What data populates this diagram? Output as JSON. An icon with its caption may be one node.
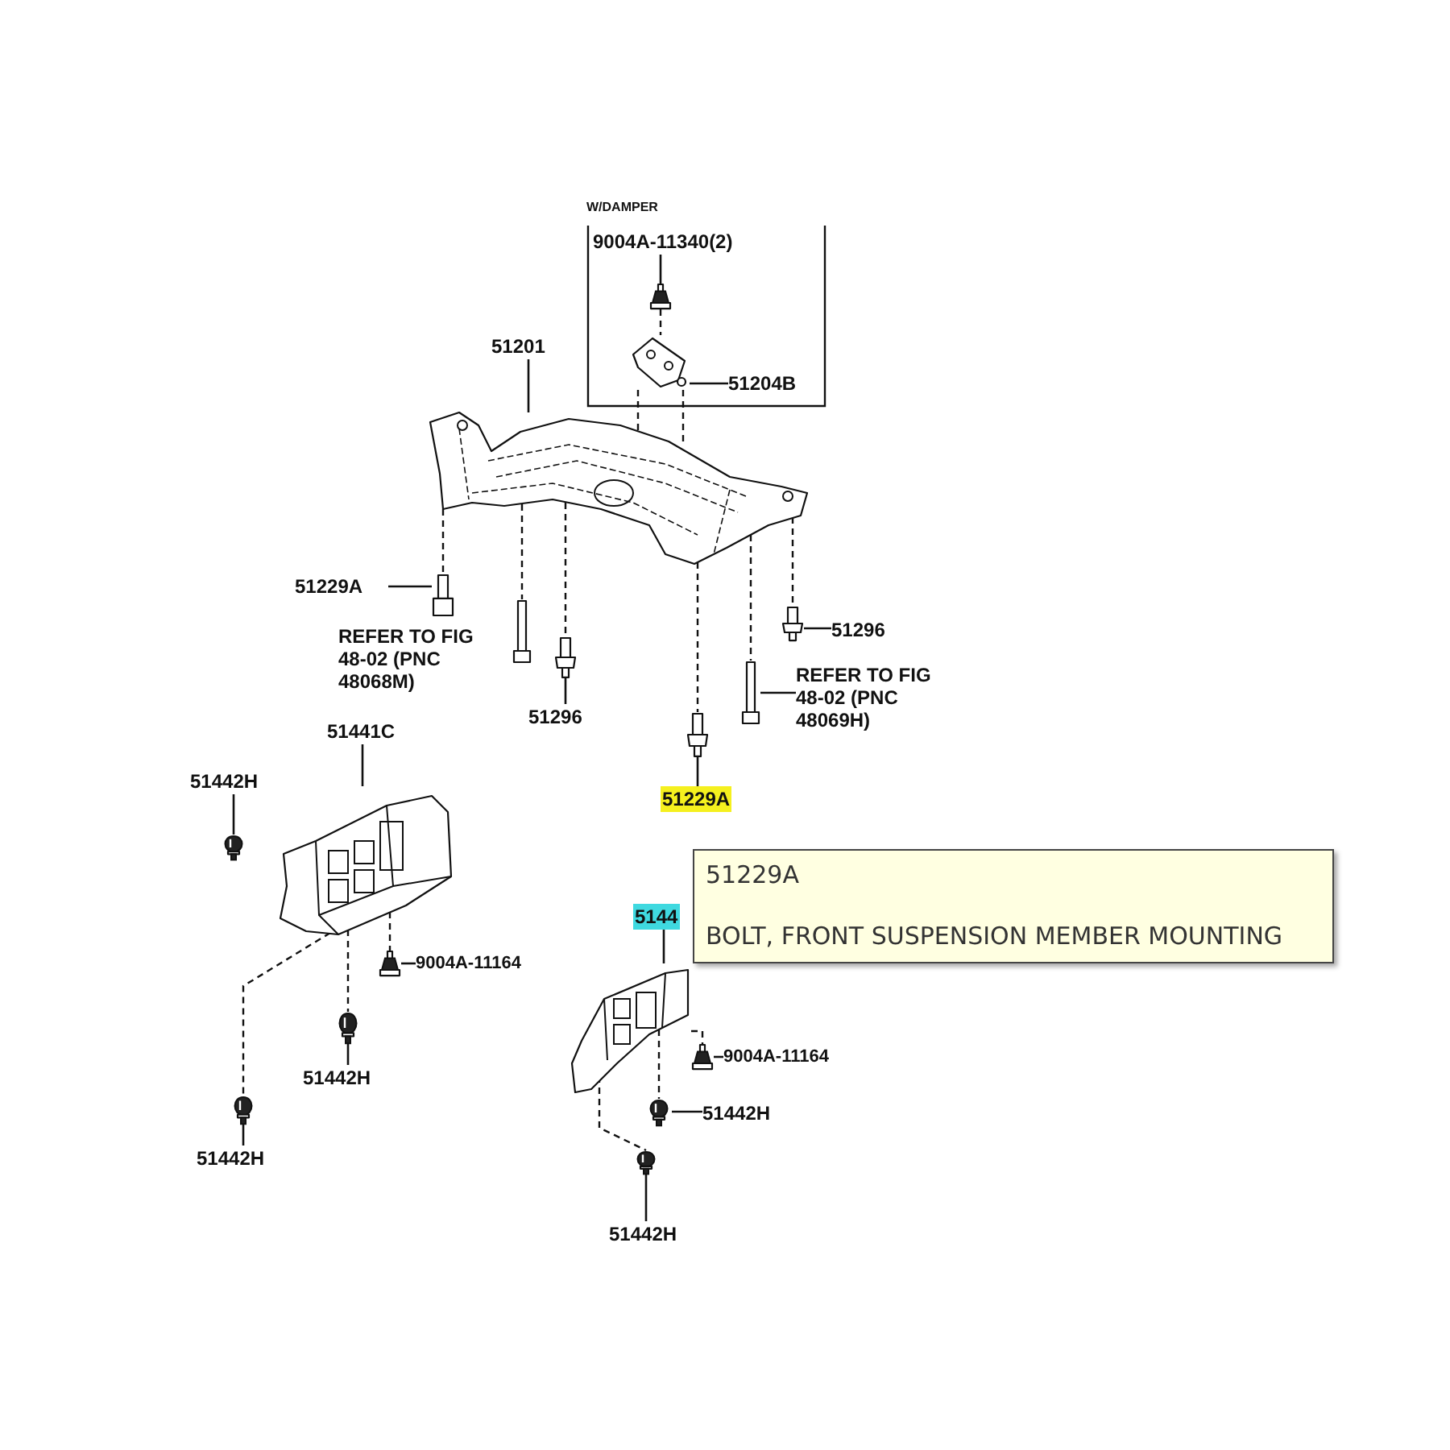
{
  "diagram": {
    "nodes": [
      {
        "text": [
          "W/DAMPER"
        ]
      },
      {
        "text": [
          "9004A-11340(2)"
        ],
        "in": 0
      },
      {
        "text": [],
        "shape": "picture",
        "in": 0
      },
      {
        "text": [],
        "shape": "picture",
        "in": 0
      },
      {
        "text": [
          "51204B"
        ],
        "in": 0
      },
      {
        "text": [
          "51201"
        ]
      },
      {
        "text": [],
        "shape": "picture"
      },
      {
        "text": [
          "51229A"
        ]
      },
      {
        "text": [],
        "shape": "picture"
      },
      {
        "text": [],
        "shape": "picture"
      },
      {
        "text": [],
        "shape": "picture"
      },
      {
        "text": [
          "51296"
        ]
      },
      {
        "text": [],
        "shape": "picture"
      },
      {
        "text": [
          "51296"
        ]
      },
      {
        "text": [],
        "shape": "picture"
      },
      {
        "text": [
          "REFER TO FIG 48-02 (PNC 48069H)"
        ]
      },
      {
        "text": [],
        "shape": "picture"
      },
      {
        "text": [
          "51229A"
        ]
      },
      {
        "text": [
          "51441C"
        ]
      },
      {
        "text": [],
        "shape": "picture"
      },
      {
        "text": [
          "51442H"
        ]
      },
      {
        "text": [],
        "shape": "picture"
      },
      {
        "text": [],
        "shape": "picture"
      },
      {
        "text": [
          "9004A-11164"
        ]
      },
      {
        "text": [],
        "shape": "picture"
      },
      {
        "text": [
          "51442H"
        ]
      },
      {
        "text": [],
        "shape": "picture"
      },
      {
        "text": [
          "51442H"
        ]
      },
      {
        "text": [
          "5144"
        ]
      },
      {
        "text": [],
        "shape": "picture"
      },
      {
        "text": [],
        "shape": "picture"
      },
      {
        "text": [
          "9004A-11164"
        ]
      },
      {
        "text": [],
        "shape": "picture"
      },
      {
        "text": [
          "51442H"
        ]
      },
      {
        "text": [],
        "shape": "picture"
      },
      {
        "text": [
          "51442H"
        ]
      },
      {
        "text": [
          "51229A",
          "BOLT, FRONT SUSPENSION MEMBER MOUNTING"
        ]
      }
    ],
    "edges": [
      {
        "from": 1,
        "to": 2,
        "arrow": "none"
      },
      {
        "from": 4,
        "to": 3,
        "arrow": "none"
      },
      {
        "from": 5,
        "to": 6,
        "arrow": "none"
      },
      {
        "from": 7,
        "to": 8,
        "arrow": "none"
      },
      {
        "from": 11,
        "to": 10,
        "arrow": "none"
      },
      {
        "from": 13,
        "to": 12,
        "arrow": "none"
      },
      {
        "from": 15,
        "to": 14,
        "arrow": "none"
      },
      {
        "from": 17,
        "to": 16,
        "arrow": "none"
      },
      {
        "from": 18,
        "to": 19,
        "arrow": "none"
      },
      {
        "from": 20,
        "to": 21,
        "arrow": "none"
      },
      {
        "from": 23,
        "to": 22,
        "arrow": "none"
      },
      {
        "from": 25,
        "to": 24,
        "arrow": "none"
      },
      {
        "from": 27,
        "to": 26,
        "arrow": "none"
      },
      {
        "from": 28,
        "to": 29,
        "arrow": "none"
      },
      {
        "from": 31,
        "to": 30,
        "arrow": "none"
      },
      {
        "from": 33,
        "to": 32,
        "arrow": "none"
      },
      {
        "from": 35,
        "to": 34,
        "arrow": "none"
      },
      {
        "from": 2,
        "to": 3,
        "arrow": "none",
        "style": "dashed"
      },
      {
        "from": 3,
        "to": 6,
        "arrow": "none",
        "style": "dashed"
      },
      {
        "from": 3,
        "to": 6,
        "arrow": "none",
        "style": "dashed"
      },
      {
        "from": 6,
        "to": 8,
        "arrow": "none",
        "style": "dashed"
      },
      {
        "from": 6,
        "to": 9,
        "arrow": "none",
        "style": "dashed"
      },
      {
        "from": 6,
        "to": 10,
        "arrow": "none",
        "style": "dashed"
      },
      {
        "from": 6,
        "to": 12,
        "arrow": "none",
        "style": "dashed"
      },
      {
        "from": 6,
        "to": 14,
        "arrow": "none",
        "style": "dashed"
      },
      {
        "from": 6,
        "to": 16,
        "arrow": "none",
        "style": "dashed"
      },
      {
        "from": 19,
        "to": 22,
        "arrow": "none",
        "style": "dashed"
      },
      {
        "from": 19,
        "to": 24,
        "arrow": "none",
        "style": "dashed"
      },
      {
        "from": 19,
        "to": 26,
        "arrow": "none",
        "style": "dashed"
      },
      {
        "from": 29,
        "to": 30,
        "arrow": "none",
        "style": "dashed"
      },
      {
        "from": 29,
        "to": 32,
        "arrow": "none",
        "style": "dashed"
      },
      {
        "from": 29,
        "to": 34,
        "arrow": "none",
        "style": "dashed"
      }
    ],
    "labels": [
      "REFER TO FIG 48-02 (PNC 48068M)"
    ]
  }
}
